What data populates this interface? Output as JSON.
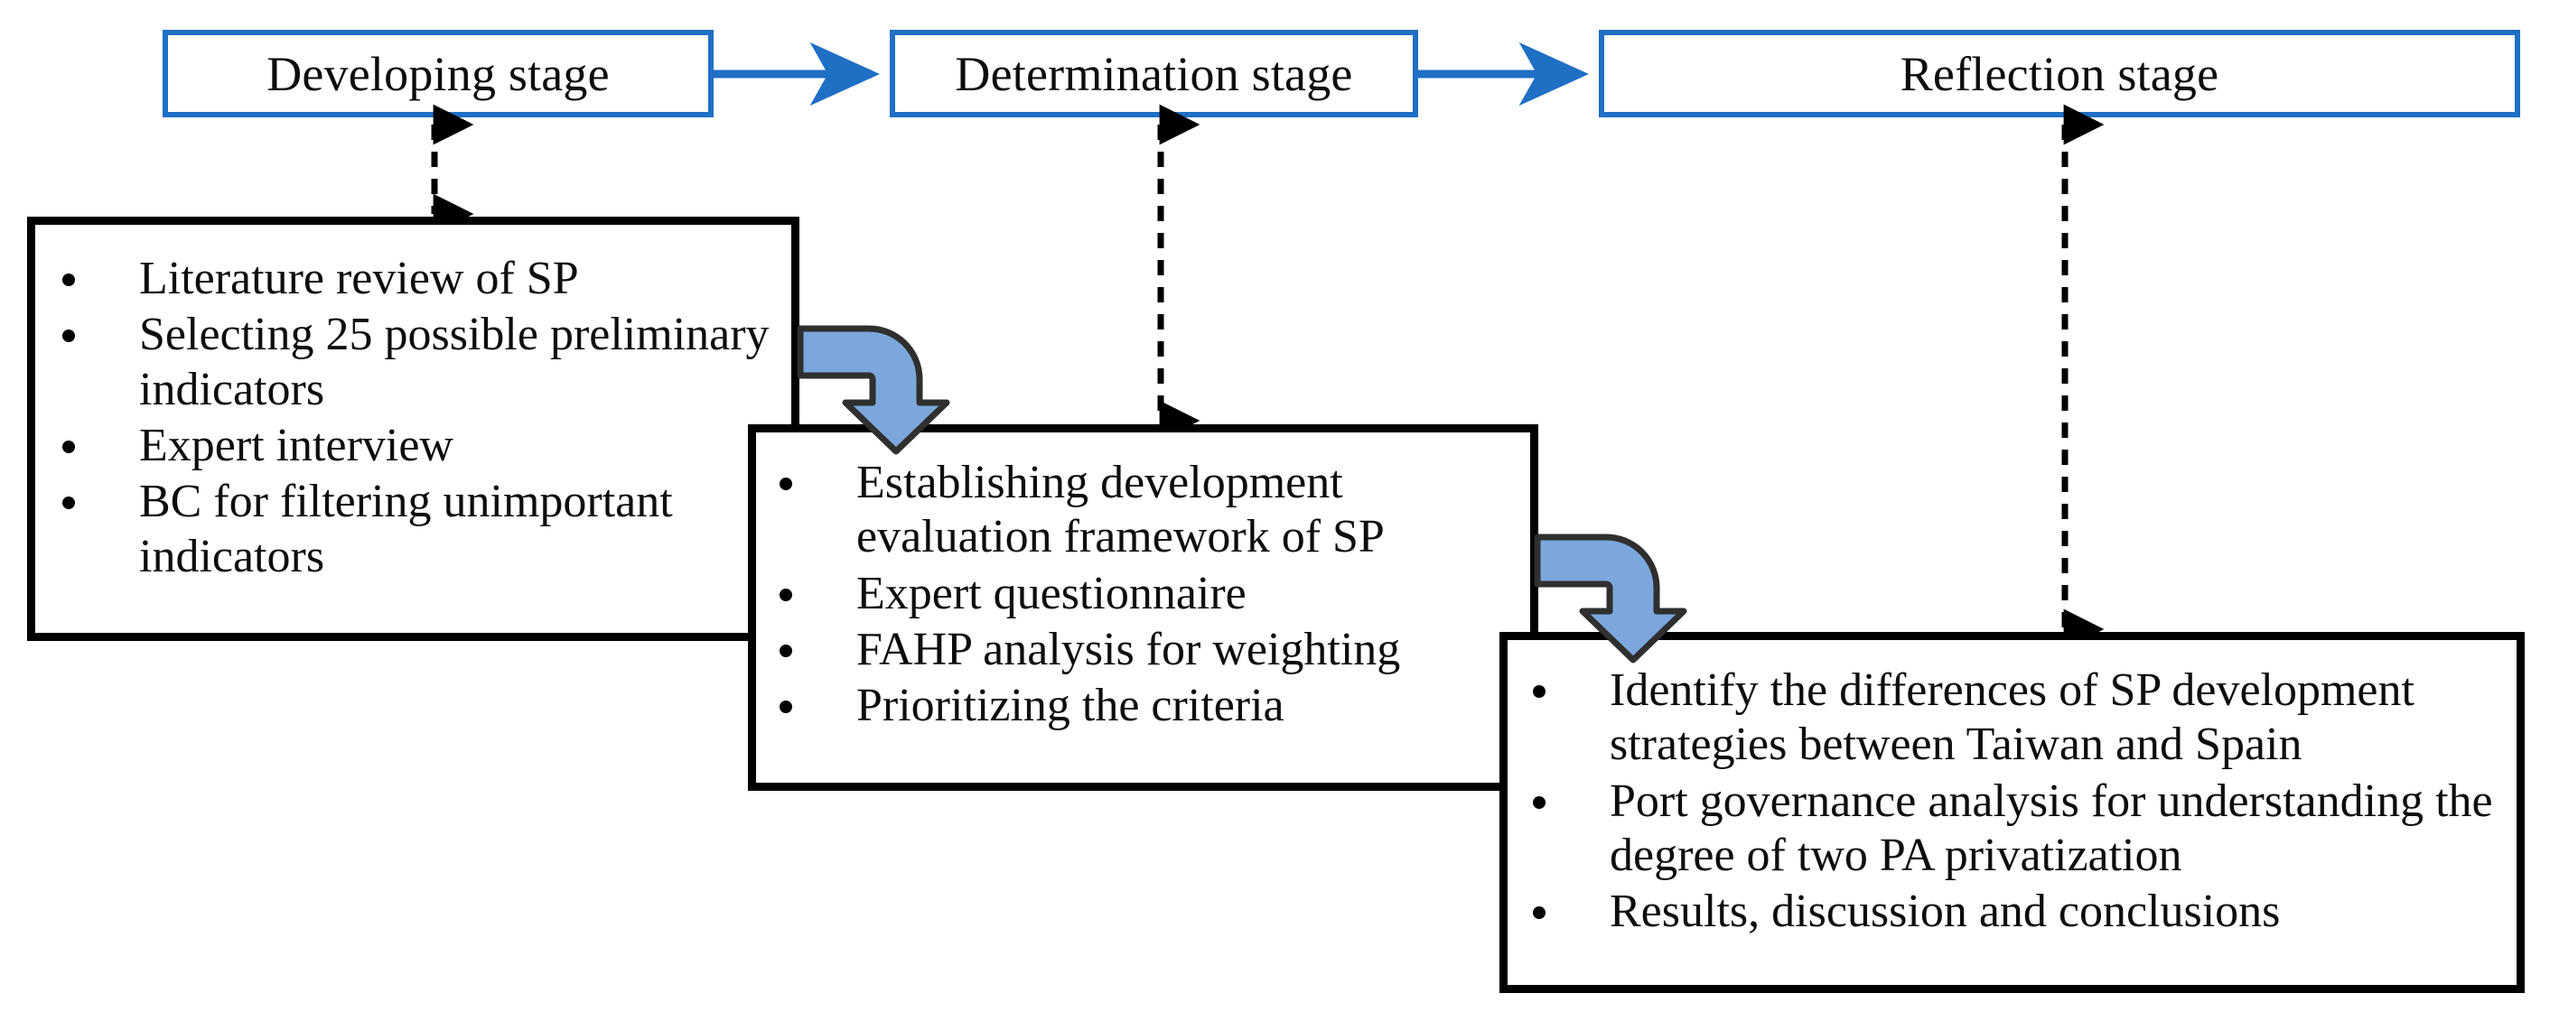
{
  "diagram": {
    "title": "Research framework flowchart",
    "colors": {
      "stage_border": "#1F6FC4",
      "stage_arrow": "#1F6FC4",
      "content_border": "#000000",
      "curved_arrow_fill": "#7BA7DC",
      "curved_arrow_outline": "#2F2F2F",
      "dashed_connector": "#000000",
      "background": "#FFFFFF"
    },
    "stages": [
      {
        "id": "developing",
        "label": "Developing stage"
      },
      {
        "id": "determination",
        "label": "Determination stage"
      },
      {
        "id": "reflection",
        "label": "Reflection stage"
      }
    ],
    "stage_arrows": [
      {
        "from": "developing",
        "to": "determination",
        "style": "solid-blue"
      },
      {
        "from": "determination",
        "to": "reflection",
        "style": "solid-blue"
      }
    ],
    "steps": [
      {
        "id": "step-1",
        "linked_stage": "developing",
        "bullets": [
          "Literature review of SP",
          "Selecting 25 possible preliminary indicators",
          "Expert interview",
          "BC for filtering unimportant indicators"
        ]
      },
      {
        "id": "step-2",
        "linked_stage": "determination",
        "bullets": [
          "Establishing development evaluation framework of SP",
          "Expert questionnaire",
          "FAHP analysis for weighting",
          "Prioritizing the criteria"
        ]
      },
      {
        "id": "step-3",
        "linked_stage": "reflection",
        "bullets": [
          "Identify the differences of SP development strategies between Taiwan and Spain",
          "Port governance analysis for understanding the degree of two PA privatization",
          "Results, discussion and conclusions"
        ]
      }
    ],
    "connectors": {
      "dashed": [
        {
          "from": "step-1",
          "to": "developing",
          "style": "dashed-double-arrow"
        },
        {
          "from": "step-2",
          "to": "determination",
          "style": "dashed-double-arrow"
        },
        {
          "from": "step-3",
          "to": "reflection",
          "style": "dashed-double-arrow"
        }
      ],
      "curved": [
        {
          "from": "step-1",
          "to": "step-2",
          "style": "elbow-block-arrow"
        },
        {
          "from": "step-2",
          "to": "step-3",
          "style": "elbow-block-arrow"
        }
      ]
    }
  }
}
